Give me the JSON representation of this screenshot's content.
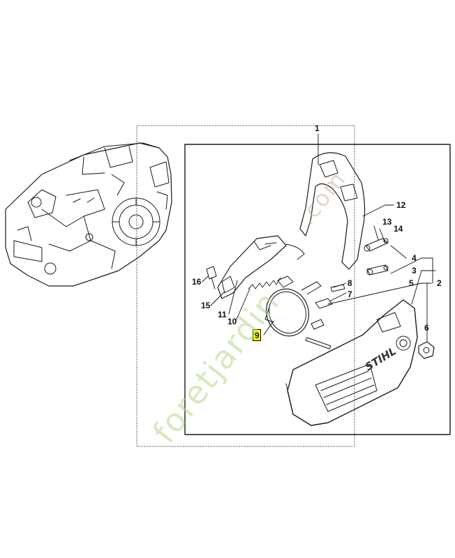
{
  "diagram": {
    "callouts": {
      "c1": "1",
      "c2": "2",
      "c3": "3",
      "c4": "4",
      "c5": "5",
      "c6": "6",
      "c7": "7",
      "c8": "8",
      "c9": "9",
      "c10": "10",
      "c11": "11",
      "c12": "12",
      "c13": "13",
      "c14": "14",
      "c15": "15",
      "c16": "16"
    },
    "highlighted_part": "9",
    "highlight_color": "#ffff00"
  },
  "watermark": {
    "text_left": "foretjardin",
    "text_right": ".com",
    "color": "#b8d88a"
  },
  "logo": {
    "text": "STIHL"
  }
}
